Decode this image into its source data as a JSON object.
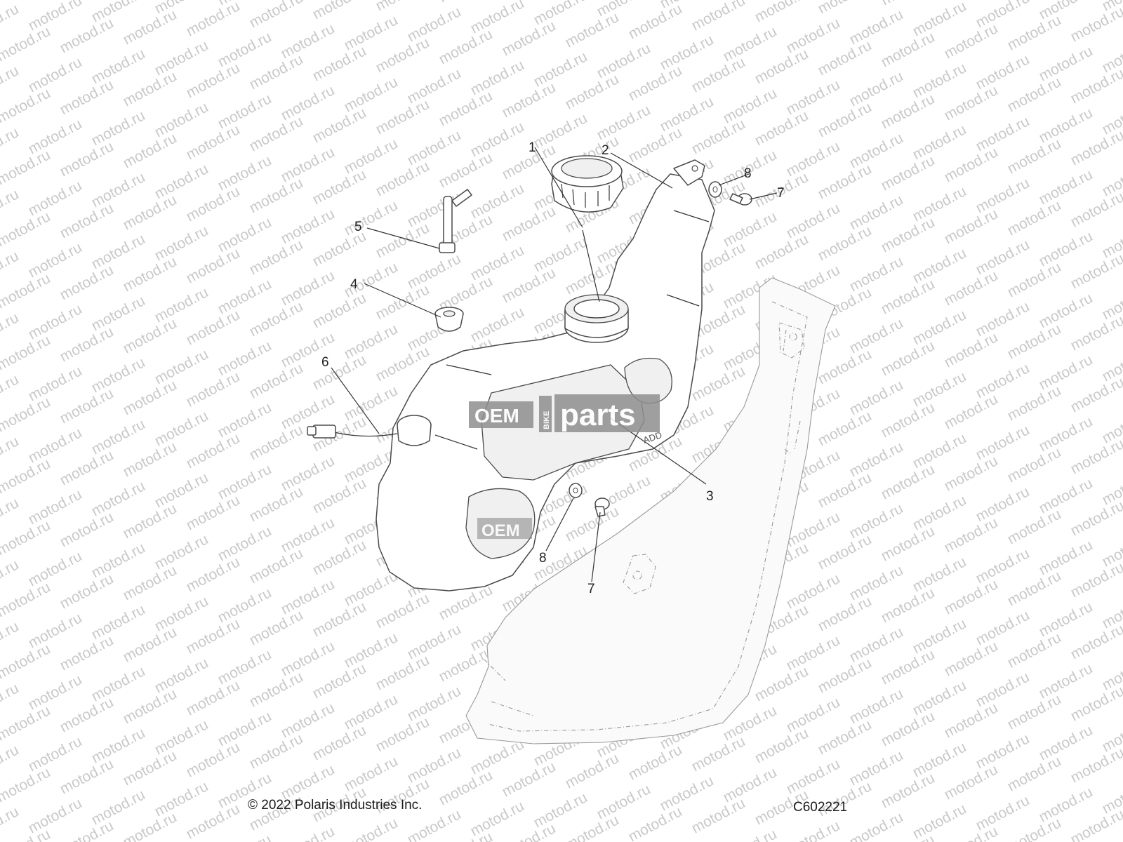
{
  "watermark": {
    "text": "motod.ru"
  },
  "logo": {
    "oem": "OEM",
    "bike": "BIKE",
    "parts": "parts",
    "oem_secondary": "OEM"
  },
  "tank_markings": {
    "add": "ADD"
  },
  "callouts": [
    {
      "id": "1",
      "label": "1",
      "part": "fuel-cap"
    },
    {
      "id": "2",
      "label": "2",
      "part": "fuel-tank"
    },
    {
      "id": "3",
      "label": "3",
      "part": "tank-label-panel"
    },
    {
      "id": "4",
      "label": "4",
      "part": "grommet"
    },
    {
      "id": "5",
      "label": "5",
      "part": "vent-fitting"
    },
    {
      "id": "6",
      "label": "6",
      "part": "fuel-sender"
    },
    {
      "id": "7a",
      "label": "7",
      "part": "bolt-upper"
    },
    {
      "id": "8a",
      "label": "8",
      "part": "washer-upper"
    },
    {
      "id": "7b",
      "label": "7",
      "part": "bolt-lower"
    },
    {
      "id": "8b",
      "label": "8",
      "part": "washer-lower"
    }
  ],
  "footer": {
    "copyright": "© 2022 Polaris Industries Inc.",
    "diagram_code": "C602221"
  }
}
